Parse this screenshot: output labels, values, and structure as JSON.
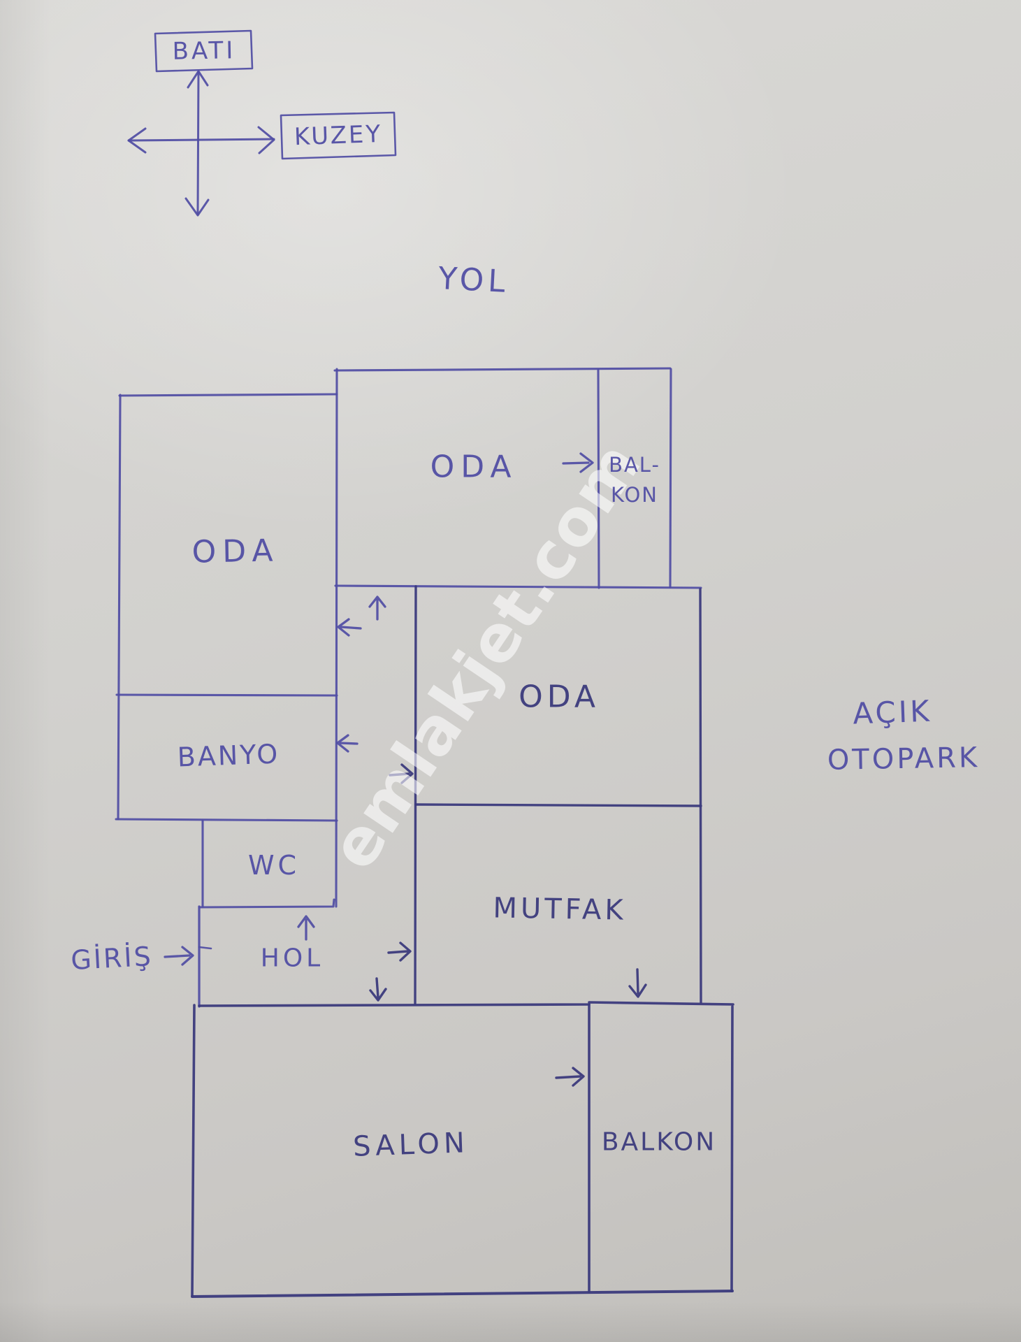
{
  "compass": {
    "west": "BATI",
    "north": "KUZEY"
  },
  "surroundings": {
    "road": "YOL",
    "parking_line1": "AÇIK",
    "parking_line2": "OTOPARK"
  },
  "entrance": {
    "label": "GİRİŞ"
  },
  "rooms": {
    "bedroom_left": "ODA",
    "bedroom_top": "ODA",
    "bedroom_middle": "ODA",
    "balcony_top_line1": "BAL-",
    "balcony_top_line2": "KON",
    "bathroom": "BANYO",
    "wc": "WC",
    "hall": "HOL",
    "kitchen": "MUTFAK",
    "living_room": "SALON",
    "balcony_bottom": "BALKON"
  },
  "watermark": {
    "text": "emlakjet.com"
  },
  "colors": {
    "ink": "#514ea4",
    "ink_dark": "#3b3a7c",
    "paper": "#d2d1ce",
    "watermark_color": "rgba(255,255,255,0.58)"
  }
}
